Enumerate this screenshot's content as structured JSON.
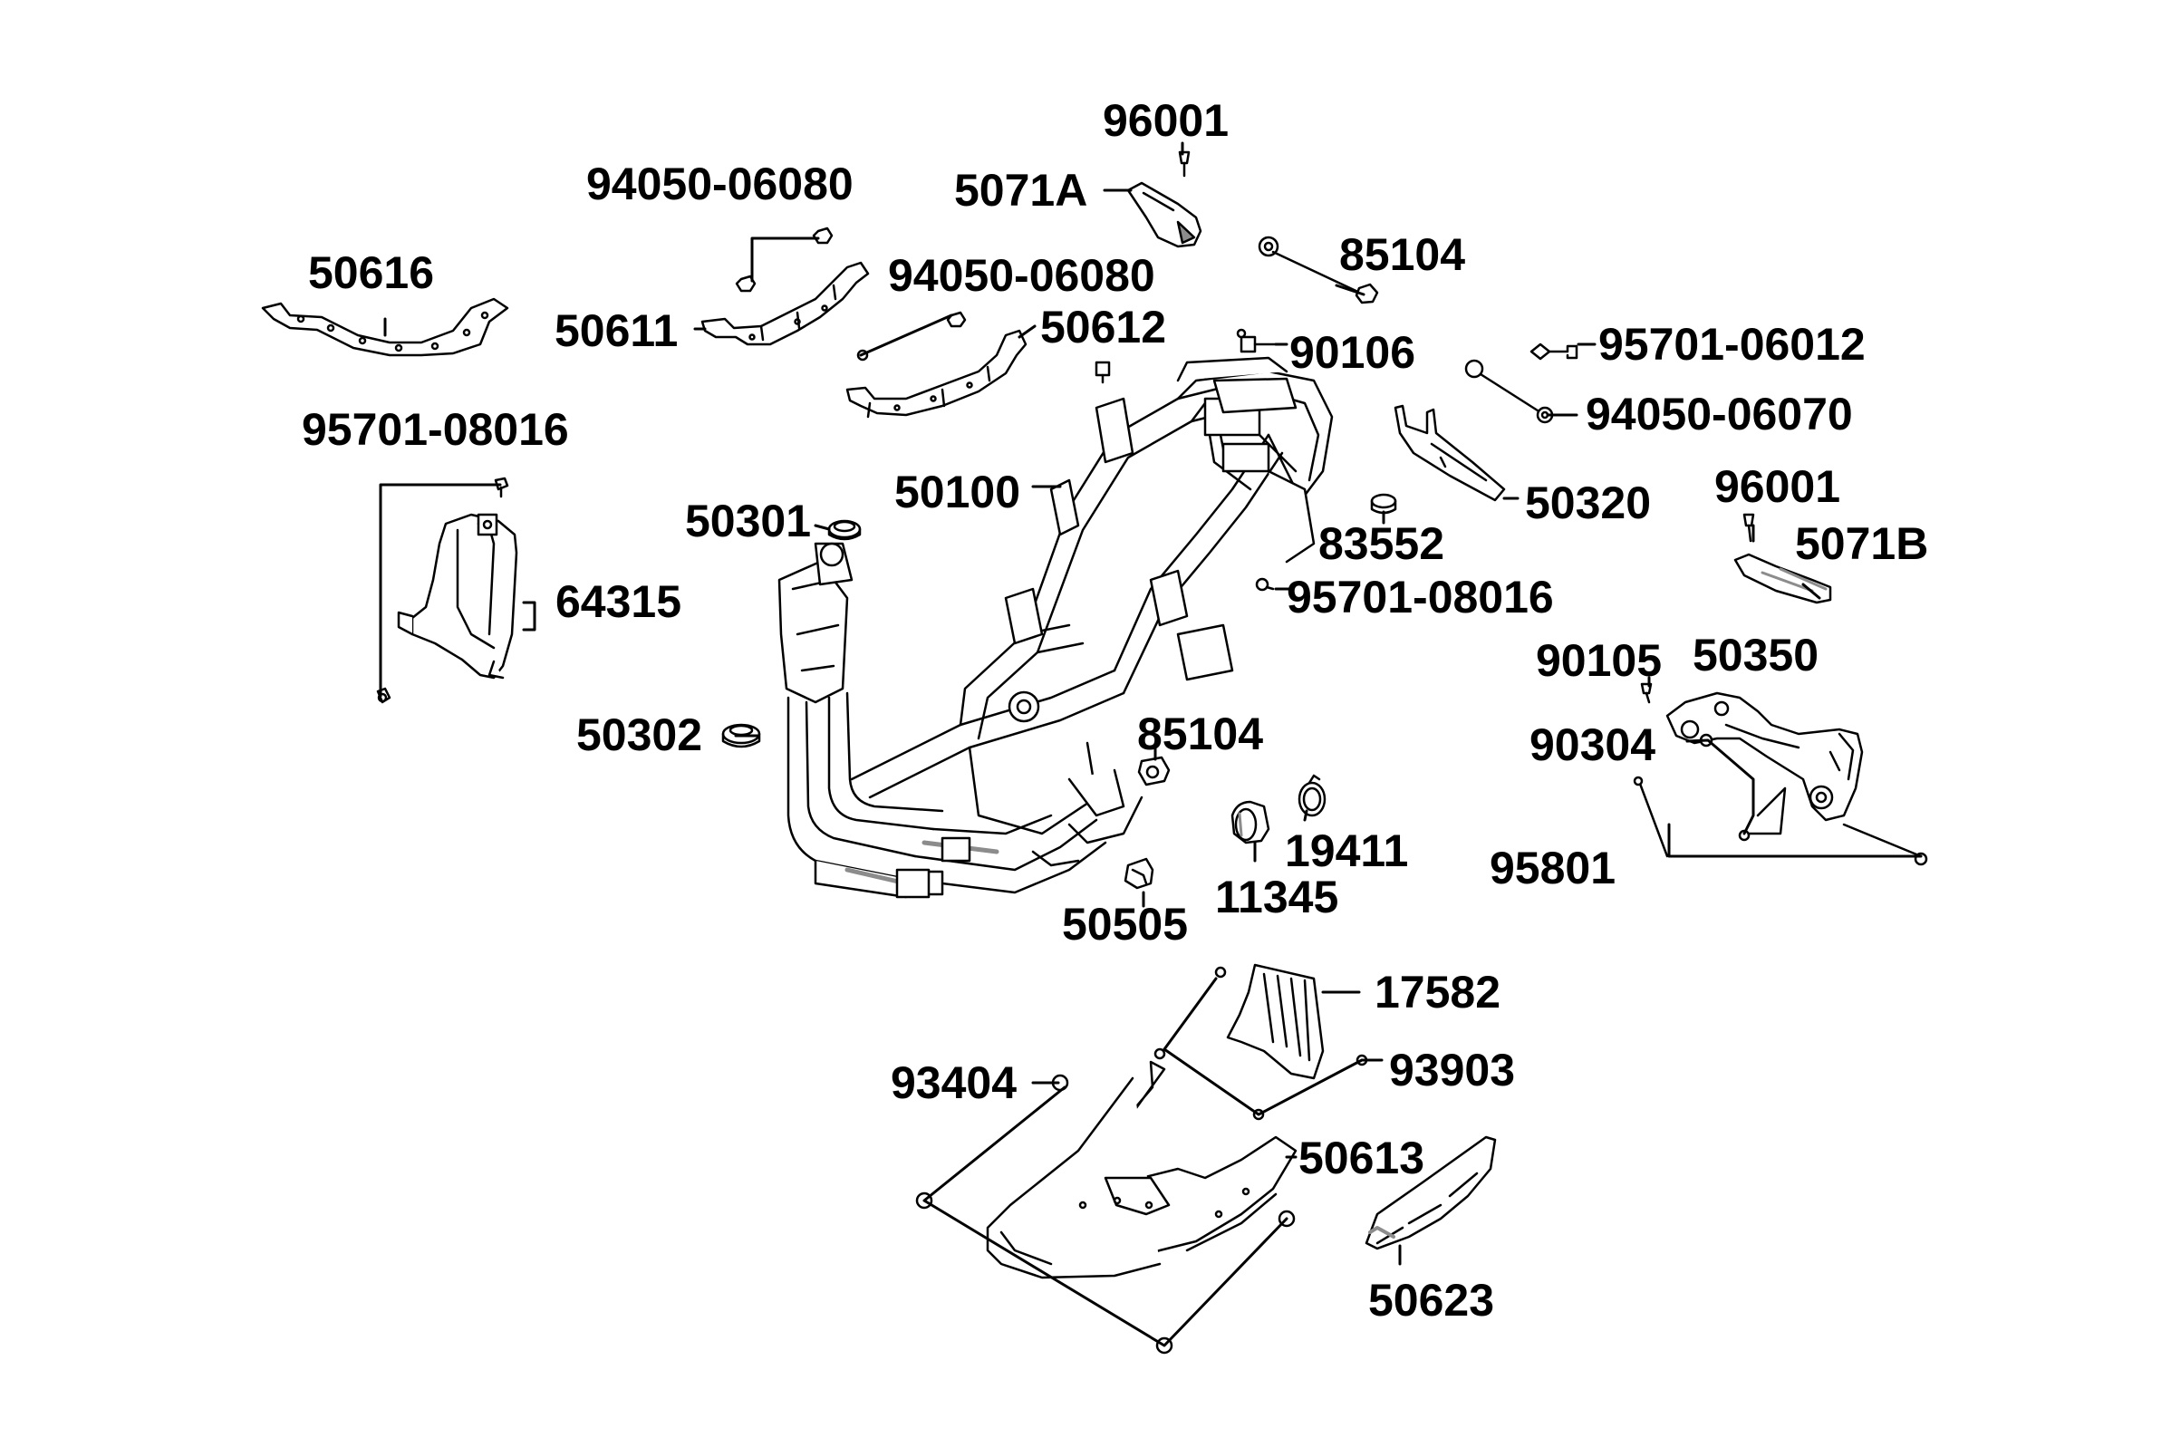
{
  "colors": {
    "ink": "#000000",
    "part_fill": "#ffffff",
    "shade": "#8c8c8c"
  },
  "labels": {
    "p96001_top": "96001",
    "p5071A": "5071A",
    "p94050_06080_a": "94050-06080",
    "p85104_top": "85104",
    "p50616": "50616",
    "p94050_06080_b": "94050-06080",
    "p50611": "50611",
    "p50612": "50612",
    "p90106": "90106",
    "p95701_06012": "95701-06012",
    "p94050_06070": "94050-06070",
    "p95701_08016_left": "95701-08016",
    "p50320": "50320",
    "p96001_right": "96001",
    "p50100": "50100",
    "p83552": "83552",
    "p5071B": "5071B",
    "p50301": "50301",
    "p64315": "64315",
    "p95701_08016_mid": "95701-08016",
    "p90105": "90105",
    "p50350": "50350",
    "p50302": "50302",
    "p85104_mid": "85104",
    "p90304": "90304",
    "p19411": "19411",
    "p95801": "95801",
    "p11345": "11345",
    "p50505": "50505",
    "p17582": "17582",
    "p93404": "93404",
    "p93903": "93903",
    "p50613": "50613",
    "p50623": "50623"
  }
}
